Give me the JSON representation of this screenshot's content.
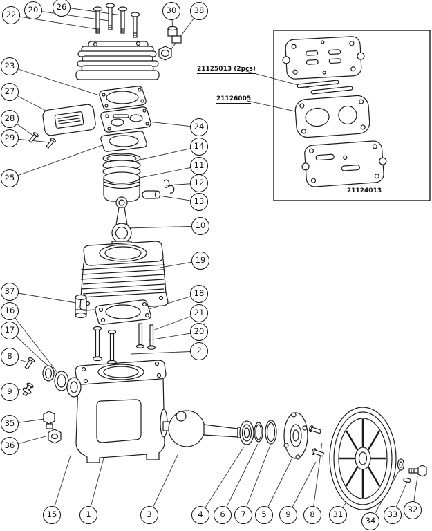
{
  "callouts": [
    {
      "label": "22"
    },
    {
      "label": "20"
    },
    {
      "label": "26"
    },
    {
      "label": "30"
    },
    {
      "label": "38"
    },
    {
      "label": "23"
    },
    {
      "label": "27"
    },
    {
      "label": "28"
    },
    {
      "label": "29"
    },
    {
      "label": "25"
    },
    {
      "label": "24"
    },
    {
      "label": "14"
    },
    {
      "label": "11"
    },
    {
      "label": "12"
    },
    {
      "label": "13"
    },
    {
      "label": "10"
    },
    {
      "label": "19"
    },
    {
      "label": "37"
    },
    {
      "label": "16"
    },
    {
      "label": "17"
    },
    {
      "label": "8"
    },
    {
      "label": "9"
    },
    {
      "label": "35"
    },
    {
      "label": "36"
    },
    {
      "label": "18"
    },
    {
      "label": "21"
    },
    {
      "label": "20"
    },
    {
      "label": "2"
    },
    {
      "label": "15"
    },
    {
      "label": "1"
    },
    {
      "label": "3"
    },
    {
      "label": "4"
    },
    {
      "label": "6"
    },
    {
      "label": "7"
    },
    {
      "label": "5"
    },
    {
      "label": "9"
    },
    {
      "label": "8"
    },
    {
      "label": "31"
    },
    {
      "label": "34"
    },
    {
      "label": "33"
    },
    {
      "label": "32"
    }
  ],
  "inset": {
    "labels": [
      {
        "text": "21125013 (2pcs)"
      },
      {
        "text": "21126005"
      },
      {
        "text": "21124013"
      }
    ]
  }
}
